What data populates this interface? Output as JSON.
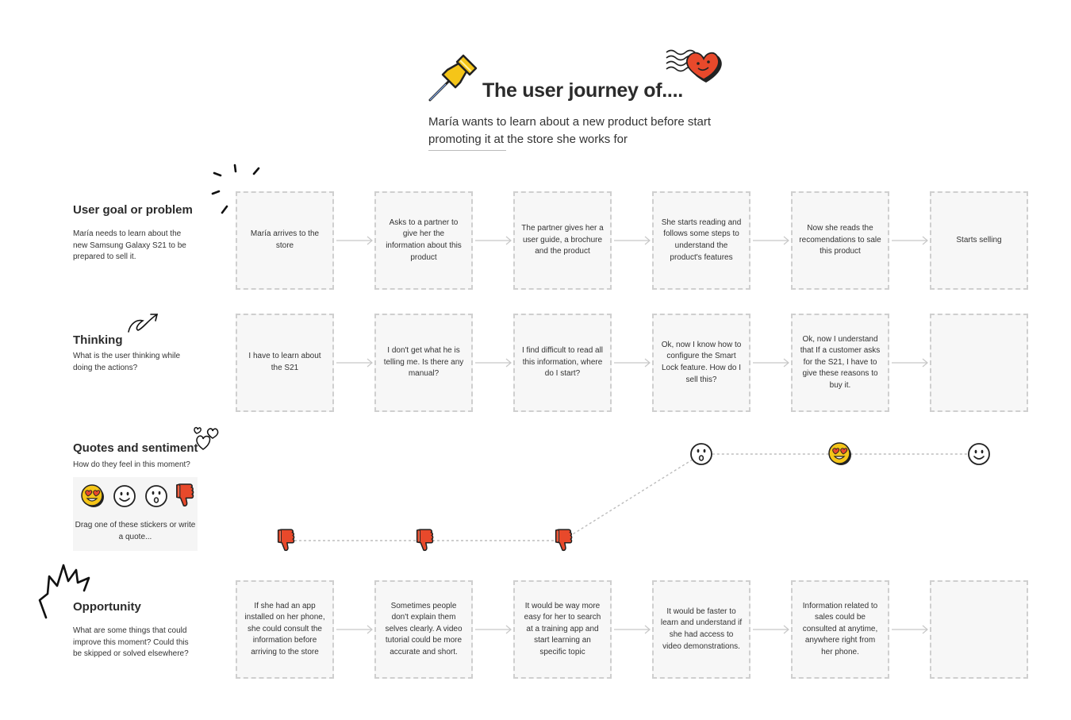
{
  "header": {
    "title": "The user journey of....",
    "subtitle": "María wants to learn about a new product before start promoting it at the store she works for"
  },
  "rows": {
    "goal": {
      "title": "User goal or problem",
      "desc": "María needs to learn about the new Samsung Galaxy S21 to be prepared to sell it.",
      "cards": [
        "María arrives to the store",
        "Asks to a partner to give her the information about this product",
        "The partner gives her a user guide, a brochure and the product",
        "She starts reading and follows some steps to understand the product's features",
        "Now she reads the recomendations to sale this product",
        "Starts selling"
      ]
    },
    "thinking": {
      "title": "Thinking",
      "desc": "What is the user thinking while doing the actions?",
      "cards": [
        "I have to learn about the S21",
        "I don't get what he is telling me. Is there any manual?",
        "I find difficult to read all this information, where do I start?",
        "Ok, now I know how to configure the Smart Lock feature. How do I sell this?",
        "Ok, now I understand that If a customer asks for the S21, I have to give these reasons to buy it.",
        ""
      ]
    },
    "quotes": {
      "title": "Quotes and sentiment",
      "desc": "How do they feel in this moment?",
      "panel_text": "Drag one of these stickers or write a quote...",
      "sentiment": [
        "thumbs-down",
        "thumbs-down",
        "thumbs-down",
        "surprised",
        "heart-eyes",
        "smile"
      ]
    },
    "opportunity": {
      "title": "Opportunity",
      "desc": "What are some things that could improve this moment? Could this be skipped or solved elsewhere?",
      "cards": [
        "If she had an app installed on her phone, she could consult the information before arriving to the store",
        "Sometimes people don't explain them selves clearly. A video tutorial could be more accurate and short.",
        "It would be way more easy for her to search at a training app and start learning an specific topic",
        "It would be faster to learn and understand if she had access to video demonstrations.",
        "Information related to sales could be consulted at anytime, anywhere right from her phone.",
        ""
      ]
    }
  },
  "colors": {
    "accent_red": "#e8492b",
    "accent_yellow": "#f5c518",
    "card_border": "#cfcfcf",
    "card_fill": "#f7f7f7",
    "connector": "#c8c8c8"
  }
}
